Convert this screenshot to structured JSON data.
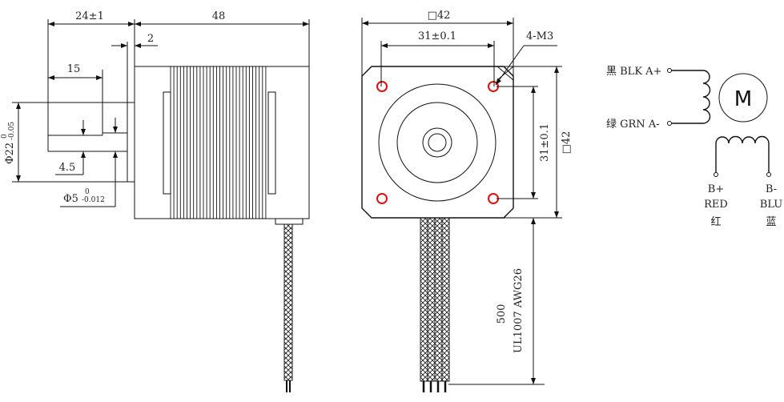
{
  "side_view": {
    "shaft_length": "24±1",
    "body_length": "48",
    "flange_thickness": "2",
    "flat_length": "15",
    "flat_depth": "4.5",
    "flange_diameter": "Φ22",
    "flange_tol_upper": "0",
    "flange_tol_lower": "-0.05",
    "shaft_diameter": "Φ5",
    "shaft_tol_upper": "0",
    "shaft_tol_lower": "-0.012"
  },
  "front_view": {
    "frame_width": "□42",
    "hole_spacing_h": "31±0.1",
    "hole_spec": "4-M3",
    "hole_spacing_v": "31±0.1",
    "frame_height": "□42",
    "cable_length": "500",
    "cable_spec": "UL1007 AWG26",
    "hole_color": "#e01010"
  },
  "wiring": {
    "a_plus": "黑 BLK A+",
    "a_minus": "绿 GRN A-",
    "motor_symbol": "M",
    "b_plus": "B+",
    "b_plus_color": "RED",
    "b_plus_cn": "红",
    "b_minus": "B-",
    "b_minus_color": "BLU",
    "b_minus_cn": "蓝"
  }
}
